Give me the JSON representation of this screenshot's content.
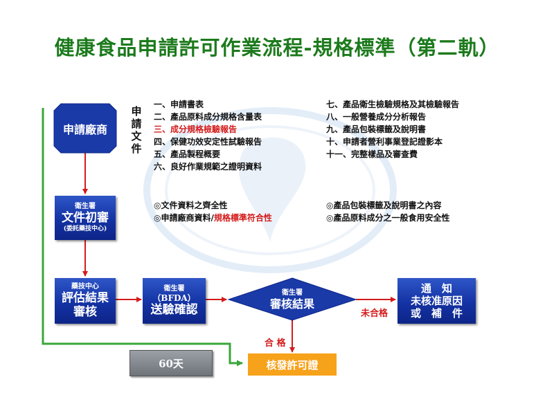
{
  "title": "健康食品申請許可作業流程-規格標準（第二軌）",
  "nodes": {
    "applicant": "申請廠商",
    "initial_review": {
      "org": "衛生署",
      "name": "文件初審",
      "note": "(委託藥技中心)"
    },
    "eval_review": {
      "org": "藥技中心",
      "line1": "評估結果",
      "line2": "審核"
    },
    "send_test": {
      "org": "衛生署",
      "line1": "（BFDA）",
      "line2": "送驗確認"
    },
    "decision": {
      "org": "衛生署",
      "name": "審核結果"
    },
    "notify": {
      "line1": "通　知",
      "line2": "未核准原因",
      "line3": "或　補　件"
    },
    "license": "核發許可證",
    "days": "60天"
  },
  "side_label": [
    "申",
    "請",
    "文",
    "件"
  ],
  "documents_left": [
    "一、申請書表",
    "二、產品原料成分規格含量表",
    "三、成分規格檢驗報告",
    "四、保健功效安定性試驗報告",
    "五、產品製程概要",
    "六、良好作業規範之證明資料"
  ],
  "documents_right": [
    "七、產品衛生檢驗規格及其檢驗報告",
    "八、一般營養成分分析報告",
    "九、產品包裝標籤及說明書",
    "十、申請者營利事業登記證影本",
    "十一、完整樣品及審查費"
  ],
  "check_items": {
    "left_1": "◎文件資料之齊全性",
    "left_2_prefix": "◎申請廠商資料/",
    "left_2_red": "規格標準符合性",
    "right_1": "◎產品包裝標籤及說明書之內容",
    "right_2": "◎產品原料成分之一般食用安全性"
  },
  "edge_labels": {
    "fail": "未合格",
    "pass": "合 格"
  },
  "colors": {
    "title": "#1c7a1c",
    "box": "#1432a3",
    "arrow": "#d31b1b",
    "green_line": "#3aa63a",
    "license": "#f7a21b",
    "highlight": "#d31b1b"
  }
}
